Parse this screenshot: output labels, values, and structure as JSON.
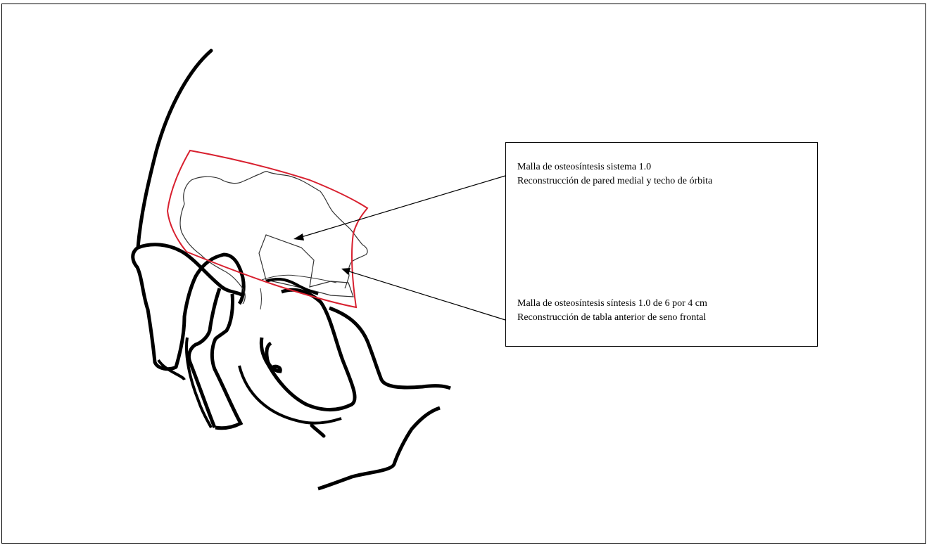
{
  "figure": {
    "labels": [
      {
        "line1": "Malla de osteosíntesis sistema 1.0",
        "line2": "Reconstrucción de pared medial y techo de órbita"
      },
      {
        "line1": "Malla de osteosíntesis síntesis 1.0 de 6 por 4 cm",
        "line2": "Reconstrucción de tabla anterior de seno frontal"
      }
    ],
    "colors": {
      "outline": "#000000",
      "mesh_region": "#d8202f",
      "background": "#ffffff"
    }
  }
}
